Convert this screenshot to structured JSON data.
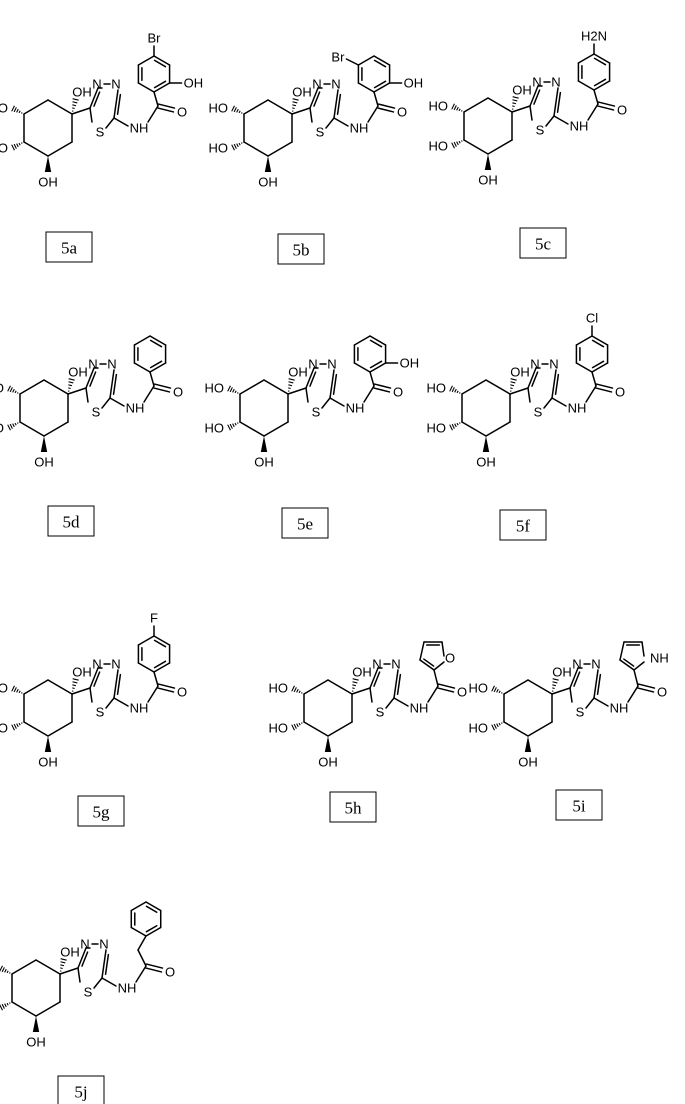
{
  "compounds": [
    {
      "label": "5a",
      "acyl": "bromo-hydroxy-benzoyl",
      "substituents": {
        "para": "Br",
        "ortho": "OH"
      }
    },
    {
      "label": "5b",
      "acyl": "bromo-hydroxy-benzoyl",
      "substituents": {
        "meta": "Br",
        "ortho": "OH"
      }
    },
    {
      "label": "5c",
      "acyl": "aminobenzoyl",
      "substituents": {
        "para": "H2N"
      }
    },
    {
      "label": "5d",
      "acyl": "benzoyl",
      "substituents": {}
    },
    {
      "label": "5e",
      "acyl": "hydroxybenzoyl",
      "substituents": {
        "ortho": "OH"
      }
    },
    {
      "label": "5f",
      "acyl": "chlorobenzoyl",
      "substituents": {
        "para": "Cl"
      }
    },
    {
      "label": "5g",
      "acyl": "fluorobenzoyl",
      "substituents": {
        "para": "F"
      }
    },
    {
      "label": "5h",
      "acyl": "furoyl",
      "heteroatom": "O"
    },
    {
      "label": "5i",
      "acyl": "pyrroloyl",
      "heteroatom": "NH"
    },
    {
      "label": "5j",
      "acyl": "phenylacetyl",
      "substituents": {}
    }
  ],
  "atoms": {
    "hydroxyl": "OH",
    "hydroxyl_left": "HO",
    "nitrogen": "N",
    "sulfur": "S",
    "amide_nh": "NH",
    "oxygen": "O"
  }
}
